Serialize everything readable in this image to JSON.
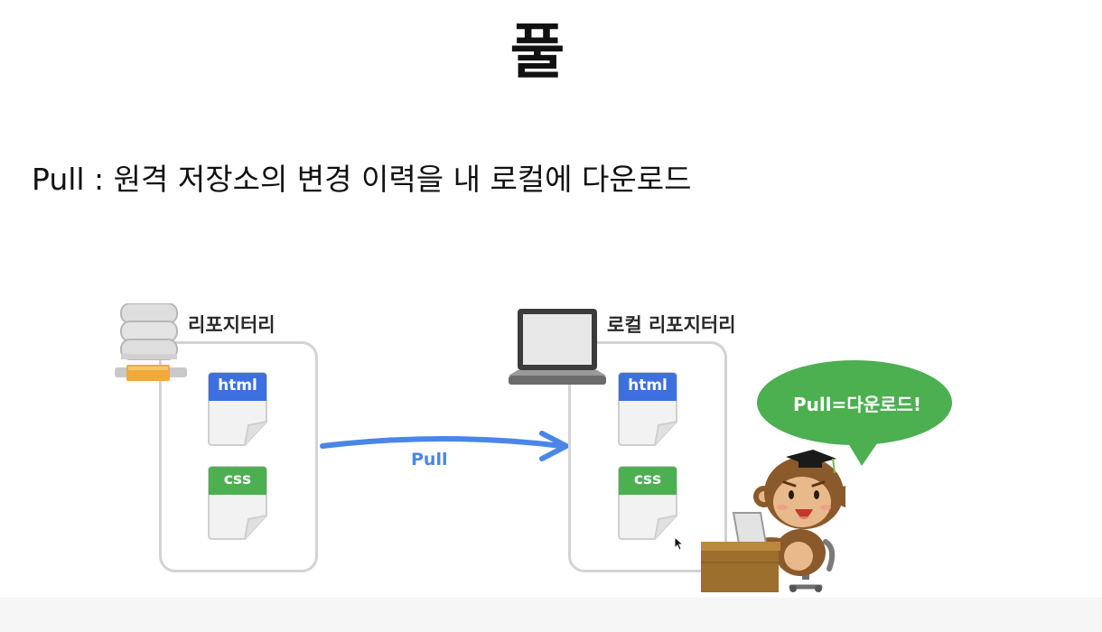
{
  "slide": {
    "title": "풀",
    "subtitle": "Pull : 원격 저장소의 변경 이력을 내 로컬에 다운로드"
  },
  "diagram": {
    "remote": {
      "label": "리포지터리",
      "files": [
        "html",
        "css"
      ],
      "icon": "server-icon"
    },
    "local": {
      "label": "로컬 리포지터리",
      "files": [
        "html",
        "css"
      ],
      "icon": "laptop-icon"
    },
    "arrow": {
      "label": "Pull",
      "color": "#4a86e8"
    },
    "speech_bubble": {
      "text": "Pull=다운로드!",
      "color": "#4caf50"
    },
    "colors": {
      "html_header": "#3d6fe0",
      "css_header": "#4caf50",
      "box_border": "#d3d3d3"
    }
  }
}
